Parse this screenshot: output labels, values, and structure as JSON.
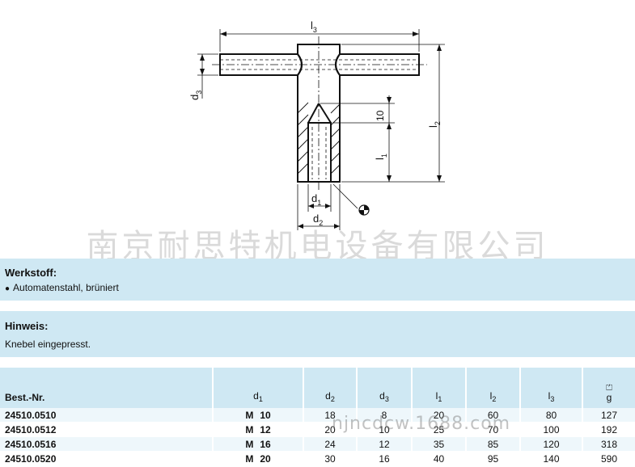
{
  "drawing": {
    "labels": {
      "l3": "l3",
      "l2": "l2",
      "l1": "l1",
      "d3": "d3",
      "d1": "d1",
      "d2": "d2",
      "ten": "10"
    }
  },
  "watermark_cn": "南京耐思特机电设备有限公司",
  "watermark_url": "njncdcw.1688.com",
  "werkstoff": {
    "title": "Werkstoff:",
    "item": "Automatenstahl, brüniert"
  },
  "hinweis": {
    "title": "Hinweis:",
    "text": "Knebel eingepresst."
  },
  "table": {
    "headers": [
      {
        "text": "Best.-Nr.",
        "sub": ""
      },
      {
        "text": "d",
        "sub": "1"
      },
      {
        "text": "d",
        "sub": "2"
      },
      {
        "text": "d",
        "sub": "3"
      },
      {
        "text": "l",
        "sub": "1"
      },
      {
        "text": "l",
        "sub": "2"
      },
      {
        "text": "l",
        "sub": "3"
      },
      {
        "text": "g",
        "sub": ""
      }
    ],
    "rows": [
      {
        "nr": "24510.0510",
        "m": "M",
        "d1": "10",
        "d2": "18",
        "d3": "8",
        "l1": "20",
        "l2": "60",
        "l3": "80",
        "g": "127"
      },
      {
        "nr": "24510.0512",
        "m": "M",
        "d1": "12",
        "d2": "20",
        "d3": "10",
        "l1": "25",
        "l2": "70",
        "l3": "100",
        "g": "192"
      },
      {
        "nr": "24510.0516",
        "m": "M",
        "d1": "16",
        "d2": "24",
        "d3": "12",
        "l1": "35",
        "l2": "85",
        "l3": "120",
        "g": "318"
      },
      {
        "nr": "24510.0520",
        "m": "M",
        "d1": "20",
        "d2": "30",
        "d3": "16",
        "l1": "40",
        "l2": "95",
        "l3": "140",
        "g": "590"
      }
    ]
  }
}
